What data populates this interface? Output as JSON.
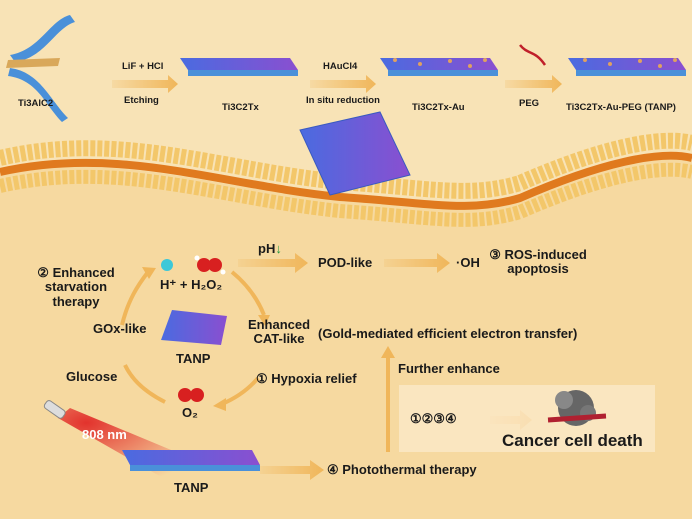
{
  "synthesis": {
    "precursor": "Ti3AlC2",
    "step1_reagent": "LiF + HCl",
    "step1_process": "Etching",
    "product1": "Ti3C2Tx",
    "step2_reagent": "HAuCl4",
    "step2_process": "In situ reduction",
    "product2": "Ti3C2Tx-Au",
    "step3_reagent": "PEG",
    "product3": "Ti3C2Tx-Au-PEG (TANP)"
  },
  "cascade": {
    "ph_label": "pH",
    "ph_arrow": "↓",
    "pod_like": "POD-like",
    "hydroxyl": "·OH",
    "ros_apoptosis": "③ ROS-induced apoptosis",
    "starvation": "② Enhanced starvation therapy",
    "reactants": "H⁺ + H₂O₂",
    "gox_like": "GOx-like",
    "tanp_center": "TANP",
    "glucose": "Glucose",
    "oxygen": "O₂",
    "cat_like": "Enhanced CAT-like",
    "gold_mediated": "(Gold-mediated efficient electron transfer)",
    "further_enhance": "Further enhance",
    "hypoxia_relief": "① Hypoxia relief",
    "combo": "①②③④",
    "cancer_death": "Cancer cell death",
    "laser": "808 nm",
    "tanp_bottom": "TANP",
    "photothermal": "④ Photothermal therapy"
  },
  "colors": {
    "background": "#f8e3b6",
    "arrow": "#f0b65a",
    "membrane": "#e07a1e",
    "nanosheet": "#5a5fd0",
    "laser": "#e02020"
  }
}
